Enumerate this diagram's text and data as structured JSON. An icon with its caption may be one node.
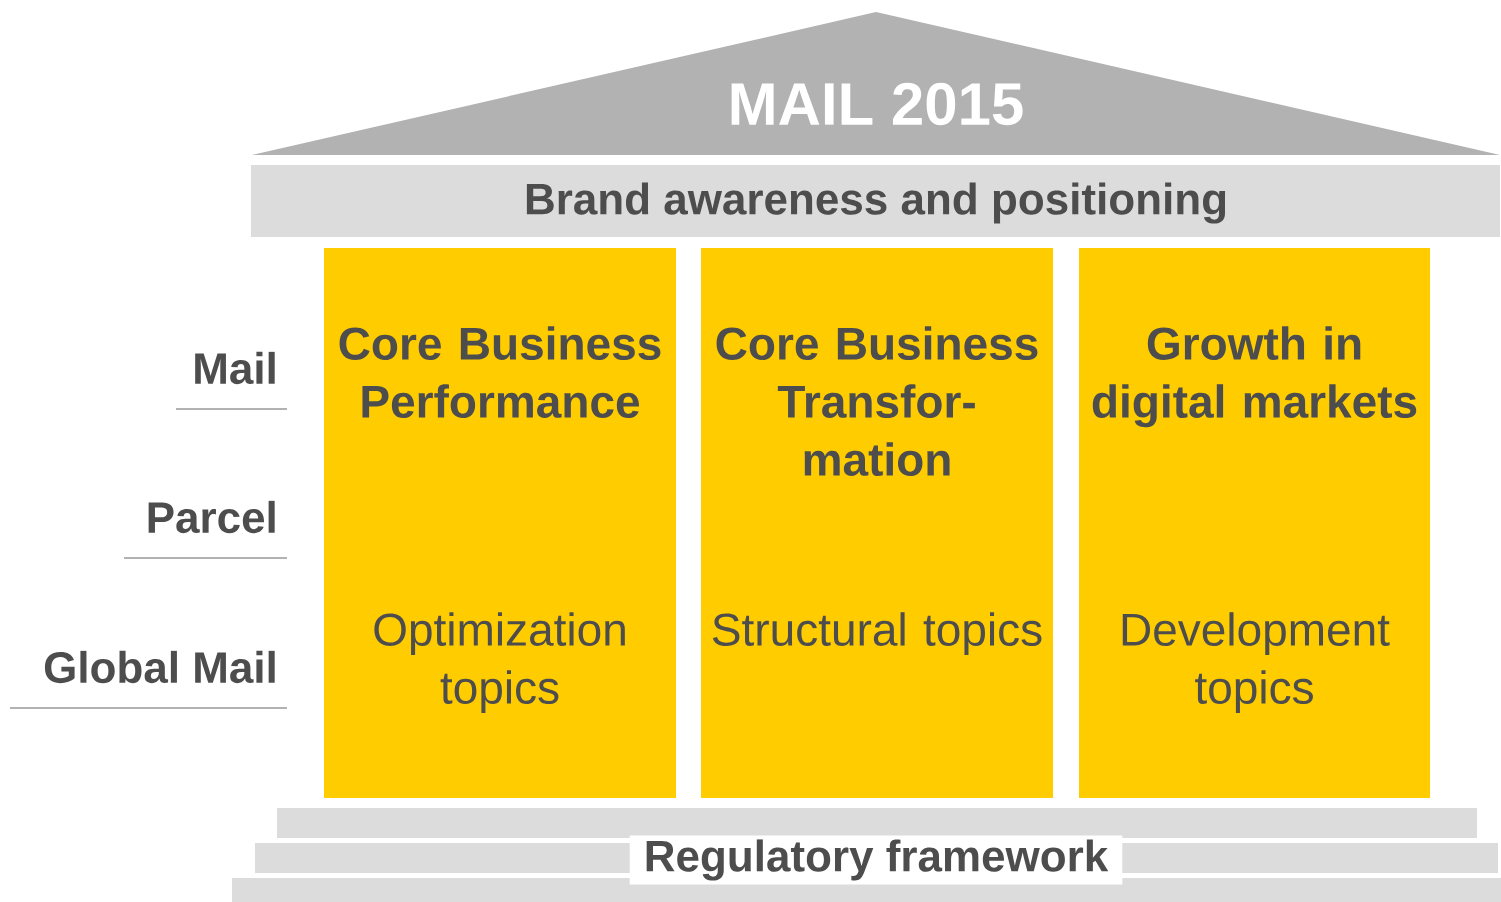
{
  "diagram": {
    "nodes": [
      {
        "text": [
          "MAIL 2015"
        ]
      },
      {
        "text": [
          "Brand awareness and positioning"
        ]
      },
      {
        "text": [
          "Core Business Performance",
          "Optimization topics"
        ]
      },
      {
        "text": [
          "Core Business Transfor- mation",
          "Structural topics"
        ]
      },
      {
        "text": [
          "Growth in digital markets",
          "Development topics"
        ]
      },
      {
        "text": [
          "Regulatory framework"
        ]
      }
    ],
    "labels": [
      "Mail",
      "Parcel",
      "Global Mail"
    ]
  }
}
